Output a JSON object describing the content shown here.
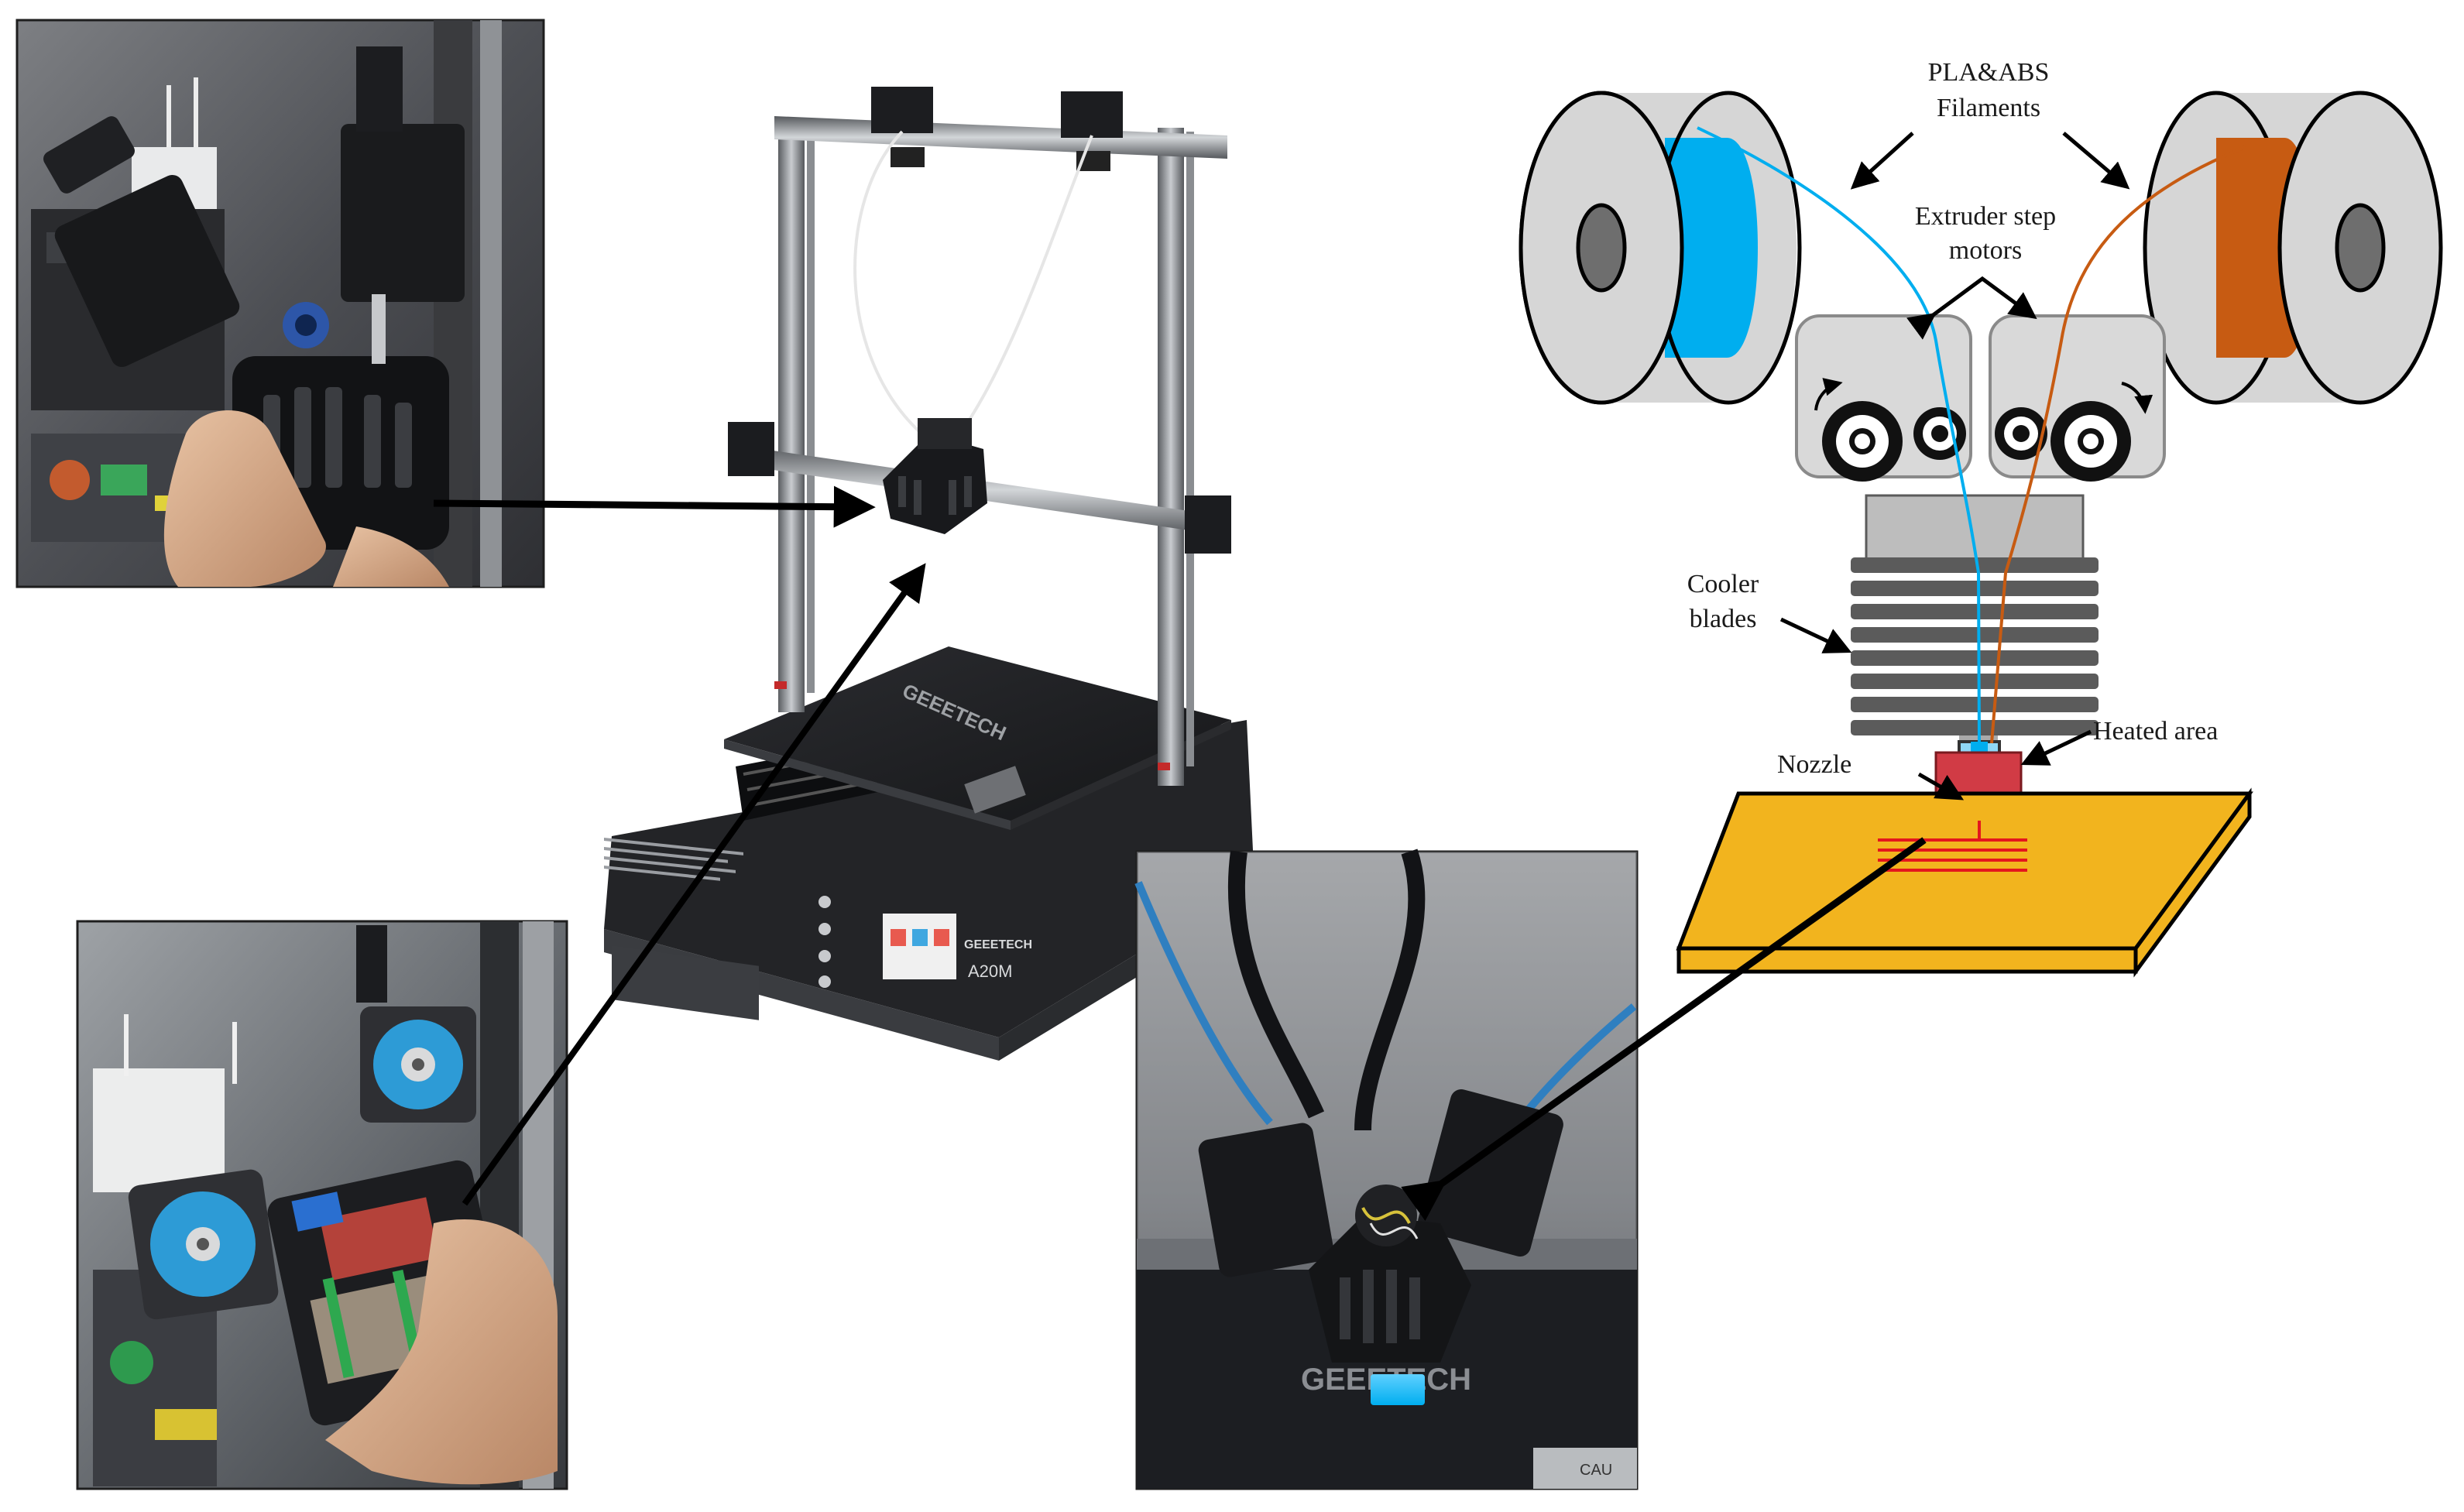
{
  "diagram": {
    "labels": {
      "filaments_line1": "PLA&ABS",
      "filaments_line2": "Filaments",
      "extruder_line1": "Extruder step",
      "extruder_line2": "motors",
      "cooler_line1": "Cooler",
      "cooler_line2": "blades",
      "heated_area": "Heated area",
      "nozzle": "Nozzle"
    },
    "printer": {
      "brand": "GEEETECH",
      "model": "A20M"
    },
    "photo_bed_brand": "GEEETECH",
    "photo_bed_sticker": "CAU",
    "colors": {
      "filament_left": "#00aeef",
      "filament_right": "#c75b12",
      "bed": "#f2b41e",
      "heated_block": "#d13b45",
      "print_lines": "#e4161d",
      "stepper_label": "#2d9bd6"
    }
  }
}
